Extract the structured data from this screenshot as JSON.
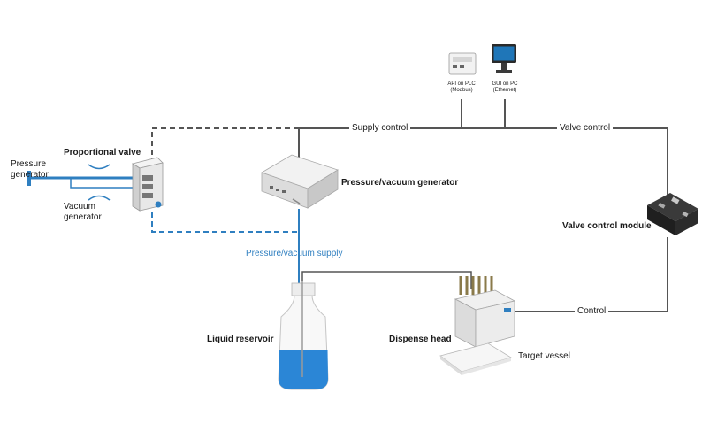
{
  "labels": {
    "proportional_valve": "Proportional valve",
    "pressure_generator": [
      "Pressure",
      "generator"
    ],
    "vacuum_generator": [
      "Vacuum",
      "generator"
    ],
    "pv_generator": "Pressure/vacuum generator",
    "supply_control": "Supply control",
    "valve_control": "Valve control",
    "valve_control_module": "Valve control module",
    "pv_supply": "Pressure/vacuum supply",
    "control": "Control",
    "liquid_reservoir": "Liquid reservoir",
    "dispense_head": "Dispense head",
    "target_vessel": "Target vessel",
    "api_plc": [
      "API on PLC",
      "(Modbus)"
    ],
    "gui_pc": [
      "GUI on PC",
      "(Ethernet)"
    ]
  },
  "colors": {
    "line_gray": "#555555",
    "line_blue": "#2f7fc0",
    "liquid": "#2b86d6",
    "device_light": "#e6e6e6",
    "module_dark": "#2e2e2e"
  }
}
